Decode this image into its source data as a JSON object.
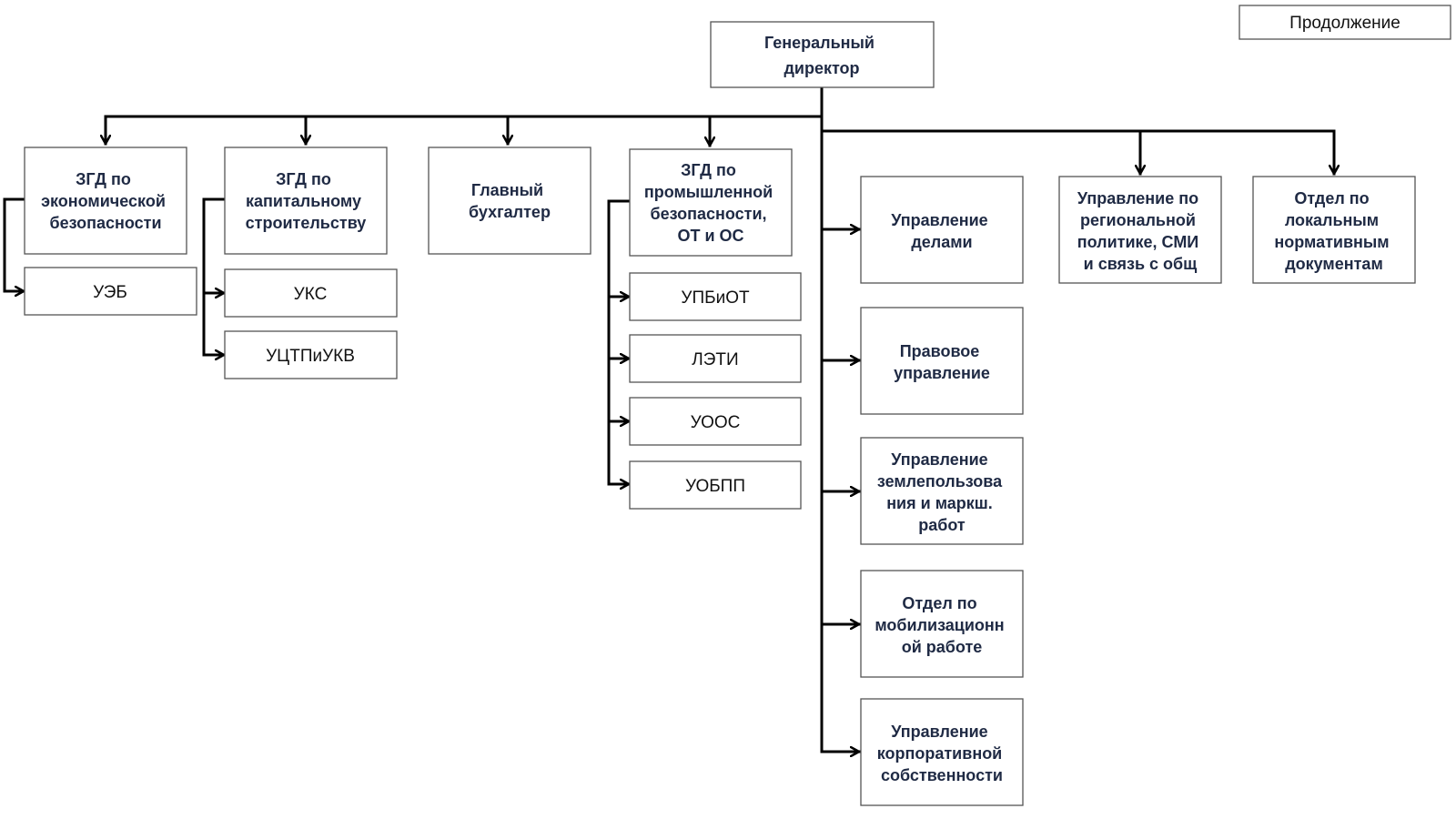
{
  "continuation_label": "Продолжение",
  "director": [
    "Генеральный",
    "директор"
  ],
  "deputies": {
    "econ": [
      "ЗГД по",
      "экономической",
      "безопасности"
    ],
    "capital": [
      "ЗГД по",
      "капитальному",
      "строительству"
    ],
    "accountant": [
      "Главный",
      "бухгалтер"
    ],
    "industrial": [
      "ЗГД по",
      "промышленной",
      "безопасности,",
      "ОТ и ОС"
    ]
  },
  "units": {
    "ueb": "УЭБ",
    "uks": "УКС",
    "uctp": "УЦТПиУКВ",
    "upbiot": "УПБиОТ",
    "leti": "ЛЭТИ",
    "uoos": "УООС",
    "uobpp": "УОБПП"
  },
  "departments": {
    "affairs": [
      "Управление",
      "делами"
    ],
    "legal": [
      "Правовое",
      "управление"
    ],
    "land": [
      "Управление",
      "землепользова",
      "ния и маркш.",
      "работ"
    ],
    "mobilization": [
      "Отдел по",
      "мобилизационн",
      "ой работе"
    ],
    "property": [
      "Управление",
      "корпоративной",
      "собственности"
    ],
    "regional": [
      "Управление по",
      "региональной",
      "политике, СМИ",
      "и связь с общ"
    ],
    "local_docs": [
      "Отдел по",
      "локальным",
      "нормативным",
      "документам"
    ]
  }
}
